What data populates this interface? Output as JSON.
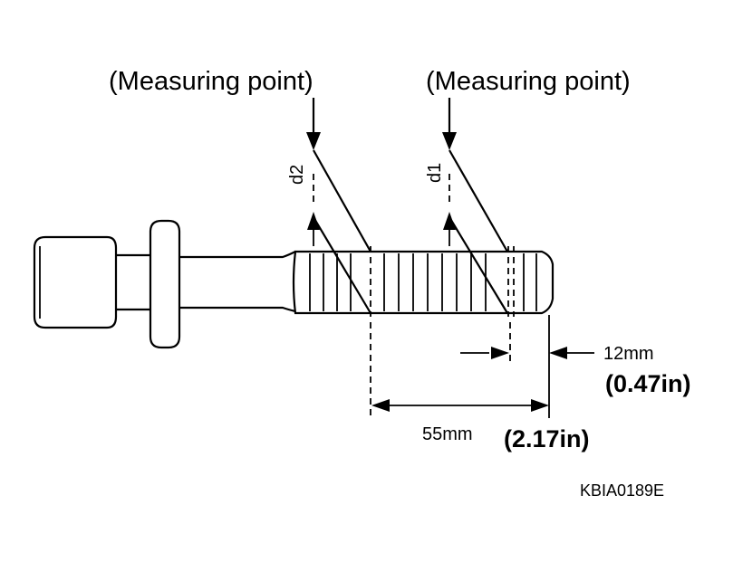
{
  "labels": {
    "measuring_point_left": "(Measuring point)",
    "measuring_point_right": "(Measuring point)",
    "d2": "d2",
    "d1": "d1",
    "dim_12mm": "12mm",
    "dim_047in": "(0.47in)",
    "dim_55mm": "55mm",
    "dim_217in": "(2.17in)",
    "figure_code": "KBIA0189E"
  },
  "colors": {
    "ink": "#000000",
    "background": "#ffffff"
  }
}
